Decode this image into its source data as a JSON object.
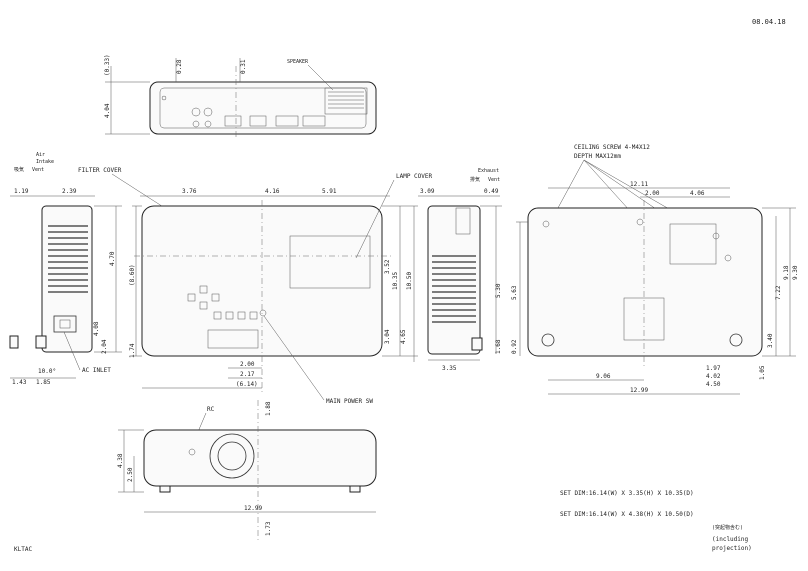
{
  "date": "08.04.18",
  "code": "KLTAC",
  "labels": {
    "speaker": "SPEAKER",
    "air_intake_jp": "吸気",
    "air_intake_1": "Air",
    "air_intake_2": "Intake",
    "air_intake_3": "Vent",
    "filter_cover": "FILTER COVER",
    "lamp_cover": "LAMP COVER",
    "exhaust_1": "Exhaust",
    "exhaust_jp": "排気",
    "exhaust_2": "Vent",
    "ceiling_screw": "CEILING SCREW 4-M4X12",
    "depth": "DEPTH MAX12mm",
    "ac_inlet": "AC INLET",
    "main_power_sw": "MAIN POWER SW",
    "rc": "RC",
    "set_dim_1": "SET DIM:16.14(W) X 3.35(H) X 10.35(D)",
    "set_dim_2": "SET DIM:16.14(W) X 4.38(H) X 10.50(D)",
    "including_jp": "(突起物含む)",
    "including_1": "(including",
    "including_2": "projection)"
  },
  "dims": {
    "top_033": "(0.33)",
    "top_028": "0.28",
    "top_031": "0.31",
    "top_404": "4.04",
    "side_119": "1.19",
    "side_239": "2.39",
    "side_470": "4.70",
    "side_408": "4.08",
    "side_204": "2.04",
    "side_100": "10.0°",
    "side_143": "1.43",
    "side_185": "1.85",
    "front_376": "3.76",
    "front_416": "4.16",
    "front_591": "5.91",
    "front_860": "(8.60)",
    "front_174": "1.74",
    "front_200": "2.00",
    "front_217": "2.17",
    "front_614": "(6.14)",
    "front_352": "3.52",
    "front_1035": "10.35",
    "front_1050": "10.50",
    "front_304": "3.04",
    "front_465": "4.65",
    "rside_309": "3.09",
    "rside_049": "0.49",
    "rside_530": "5.30",
    "rside_168": "1.68",
    "rside_335": "3.35",
    "bot_1211": "12.11",
    "bot_200": "2.00",
    "bot_406": "4.06",
    "bot_563": "5.63",
    "bot_092": "0.92",
    "bot_722": "7.22",
    "bot_918": "9.18",
    "bot_930": "9.30",
    "bot_340": "3.40",
    "bot_105": "1.05",
    "bot_906": "9.06",
    "bot_197": "1.97",
    "bot_402": "4.02",
    "bot_450": "4.50",
    "bot_1299": "12.99",
    "rear_188": "1.88",
    "rear_438": "4.38",
    "rear_250": "2.50",
    "rear_1299": "12.99",
    "rear_173": "1.73"
  }
}
